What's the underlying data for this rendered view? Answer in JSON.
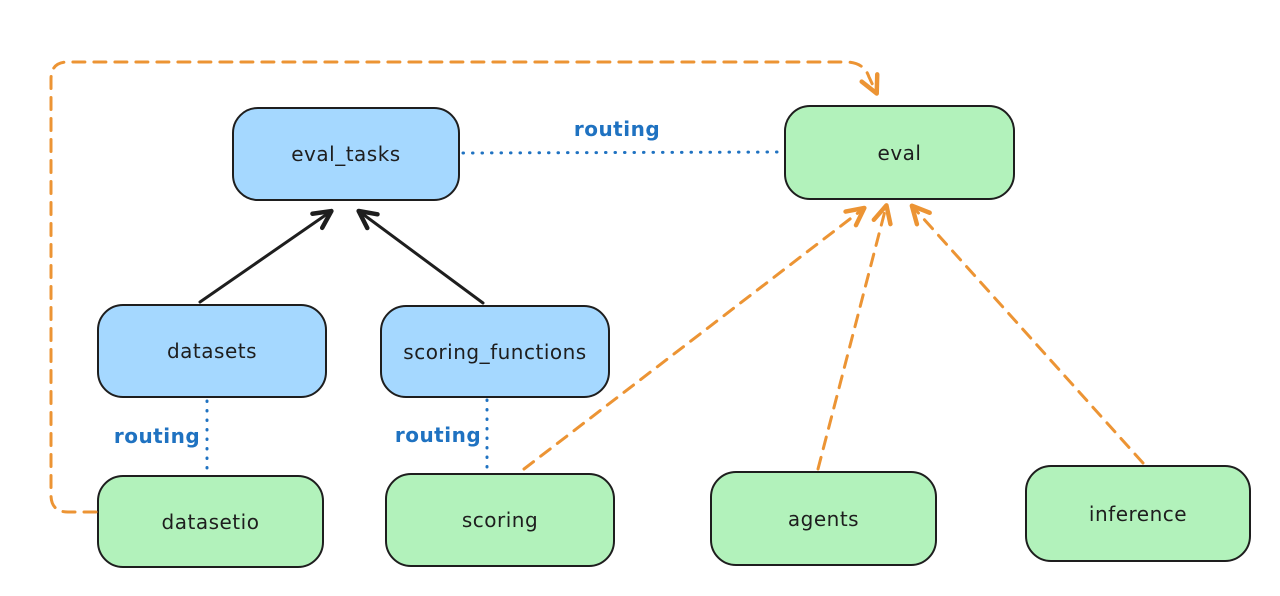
{
  "diagram": {
    "background": "#ffffff",
    "colors": {
      "blue_node_fill": "#a5d8ff",
      "green_node_fill": "#b2f2bb",
      "node_border": "#1e1e1e",
      "solid_arrow": "#1e1e1e",
      "routing_blue": "#1f72c1",
      "orange_dashed": "#ec9434"
    },
    "nodes": [
      {
        "id": "eval_tasks",
        "label": "eval_tasks",
        "color": "blue"
      },
      {
        "id": "eval",
        "label": "eval",
        "color": "green"
      },
      {
        "id": "datasets",
        "label": "datasets",
        "color": "blue"
      },
      {
        "id": "scoring_functions",
        "label": "scoring_functions",
        "color": "blue"
      },
      {
        "id": "datasetio",
        "label": "datasetio",
        "color": "green"
      },
      {
        "id": "scoring",
        "label": "scoring",
        "color": "green"
      },
      {
        "id": "agents",
        "label": "agents",
        "color": "green"
      },
      {
        "id": "inference",
        "label": "inference",
        "color": "green"
      }
    ],
    "edges": [
      {
        "from": "datasets",
        "to": "eval_tasks",
        "style": "solid",
        "color": "black",
        "arrow": true,
        "label": ""
      },
      {
        "from": "scoring_functions",
        "to": "eval_tasks",
        "style": "solid",
        "color": "black",
        "arrow": true,
        "label": ""
      },
      {
        "from": "eval_tasks",
        "to": "eval",
        "style": "dotted",
        "color": "blue",
        "arrow": false,
        "label": "routing"
      },
      {
        "from": "datasets",
        "to": "datasetio",
        "style": "dotted",
        "color": "blue",
        "arrow": false,
        "label": "routing"
      },
      {
        "from": "scoring_functions",
        "to": "scoring",
        "style": "dotted",
        "color": "blue",
        "arrow": false,
        "label": "routing"
      },
      {
        "from": "datasetio",
        "to": "eval",
        "style": "dashed",
        "color": "orange",
        "arrow": true,
        "label": ""
      },
      {
        "from": "scoring",
        "to": "eval",
        "style": "dashed",
        "color": "orange",
        "arrow": true,
        "label": ""
      },
      {
        "from": "agents",
        "to": "eval",
        "style": "dashed",
        "color": "orange",
        "arrow": true,
        "label": ""
      },
      {
        "from": "inference",
        "to": "eval",
        "style": "dashed",
        "color": "orange",
        "arrow": true,
        "label": ""
      }
    ],
    "edge_labels": [
      {
        "id": "routing-top",
        "text": "routing"
      },
      {
        "id": "routing-datasets",
        "text": "routing"
      },
      {
        "id": "routing-scoring",
        "text": "routing"
      }
    ]
  }
}
